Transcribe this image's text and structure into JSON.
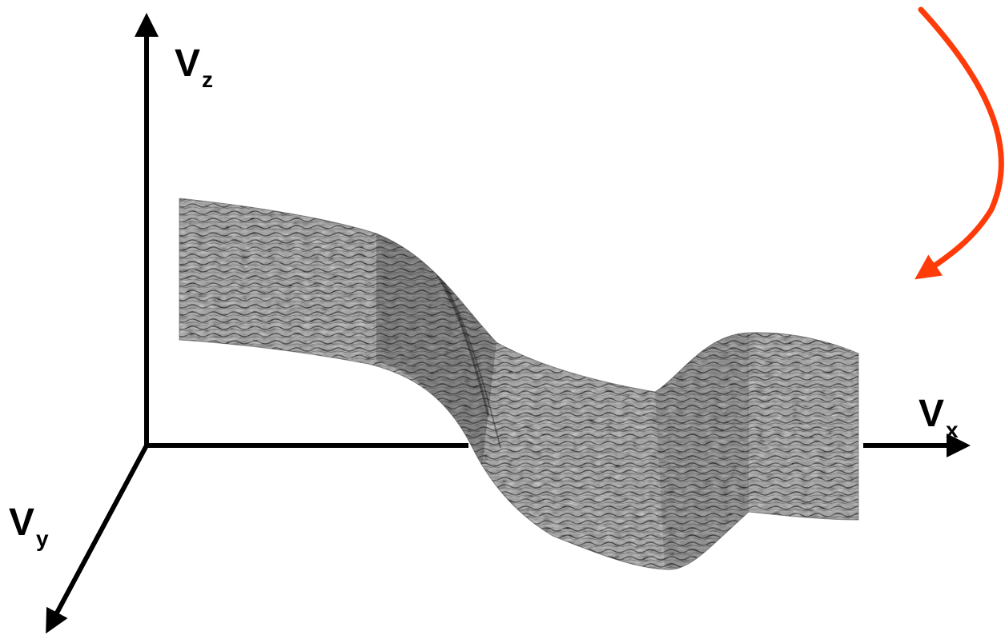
{
  "axes": {
    "z": {
      "symbol": "V",
      "subscript": "z"
    },
    "x": {
      "symbol": "V",
      "subscript": "x"
    },
    "y": {
      "symbol": "V",
      "subscript": "y"
    }
  },
  "colors": {
    "axis": "#000000",
    "rotation_arrow": "#ff3b0a",
    "surface_fill": "#8c8c8c",
    "surface_texture": "#2b2b2b"
  },
  "icons": {
    "rotation": "curved-arrow-icon"
  }
}
